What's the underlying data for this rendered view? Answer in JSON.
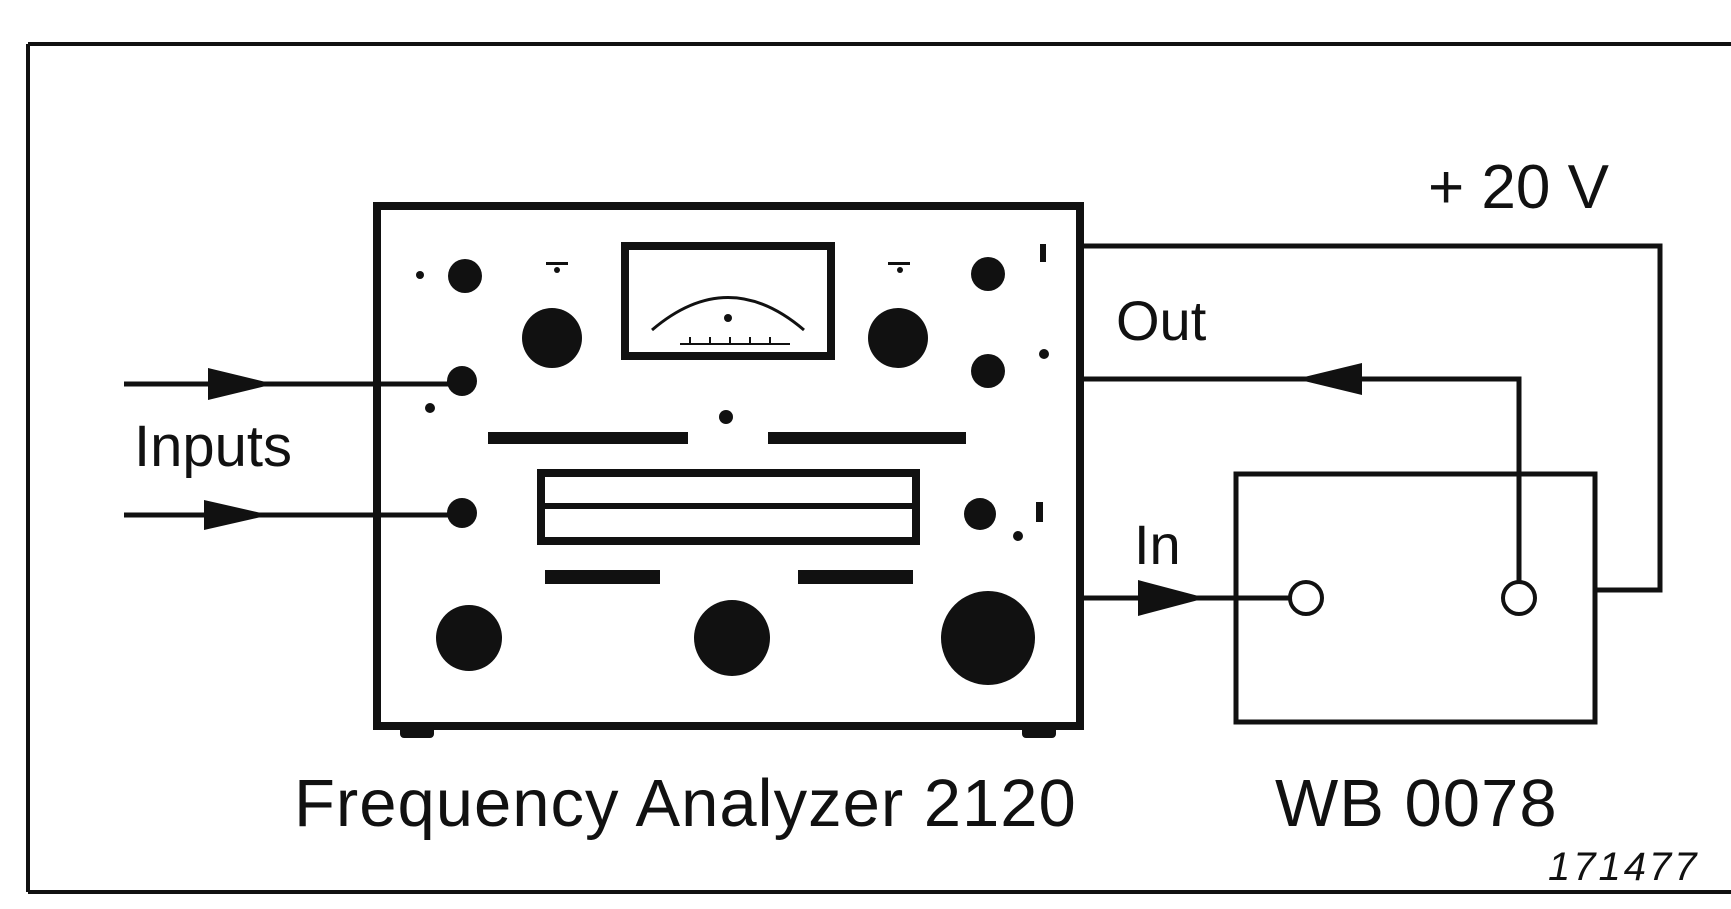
{
  "labels": {
    "inputs": "Inputs",
    "out": "Out",
    "in": "In",
    "supply_voltage": "+ 20 V",
    "analyzer_name": "Frequency Analyzer 2120",
    "module_name": "WB 0078",
    "figure_number": "171477"
  },
  "colors": {
    "ink": "#111111",
    "paper": "#ffffff"
  }
}
